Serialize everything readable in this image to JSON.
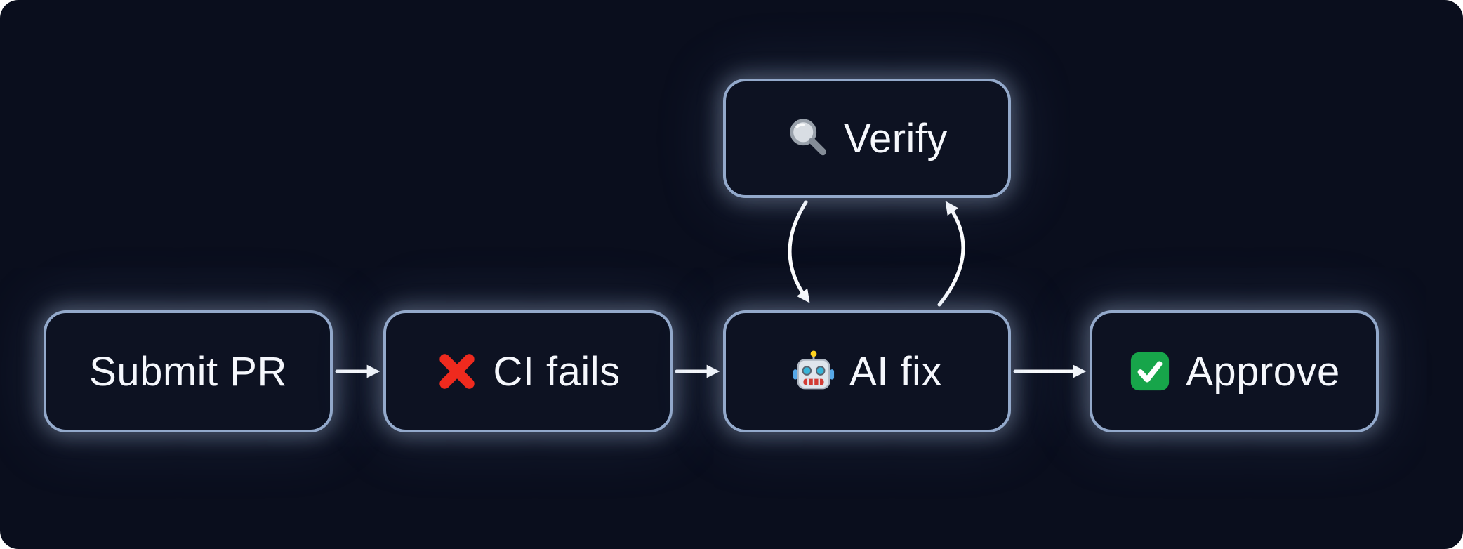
{
  "canvas": {
    "background_color": "#0a0e1d",
    "node_fill_color": "#0d1222",
    "node_border_color": "#93a9cb",
    "node_glow_color": "rgba(185,205,235,0.35)",
    "arrow_color": "#ffffff",
    "text_color": "#f5f7fc"
  },
  "diagram": {
    "type": "flowchart",
    "nodes": [
      {
        "id": "submit-pr",
        "label": "Submit PR",
        "icon": null
      },
      {
        "id": "ci-fails",
        "label": "CI fails",
        "icon": "cross-mark-icon",
        "icon_color": "#ef2a1e"
      },
      {
        "id": "ai-fix",
        "label": "AI fix",
        "icon": "robot-icon",
        "icon_color": "#dfe5ec"
      },
      {
        "id": "approve",
        "label": "Approve",
        "icon": "check-mark-icon",
        "icon_color": "#17a54a"
      },
      {
        "id": "verify",
        "label": "Verify",
        "icon": "magnifying-glass-icon",
        "icon_color": "#d8dde3"
      }
    ],
    "edges": [
      {
        "from": "submit-pr",
        "to": "ci-fails",
        "style": "straight"
      },
      {
        "from": "ci-fails",
        "to": "ai-fix",
        "style": "straight"
      },
      {
        "from": "ai-fix",
        "to": "approve",
        "style": "straight"
      },
      {
        "from": "verify",
        "to": "ai-fix",
        "style": "curved-down"
      },
      {
        "from": "ai-fix",
        "to": "verify",
        "style": "curved-up"
      }
    ]
  }
}
